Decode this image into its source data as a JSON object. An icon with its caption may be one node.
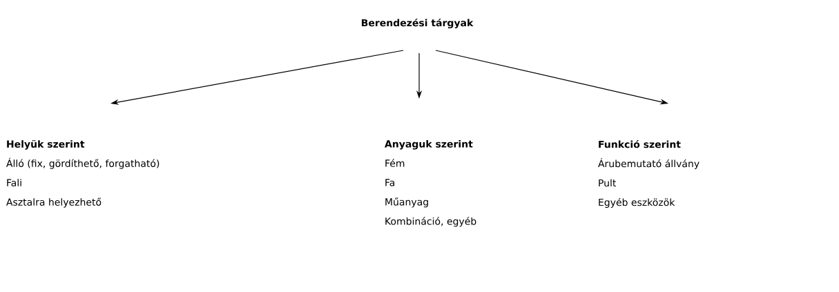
{
  "diagram": {
    "nodes": [
      {
        "text": [
          "Berendezési tárgyak"
        ]
      },
      {
        "text": [
          "Helyük szerint",
          "Álló (fix, gördíthető, forgatható)",
          "Fali",
          "Asztalra helyezhető"
        ]
      },
      {
        "text": [
          "Anyaguk szerint",
          "Fém",
          "Fa",
          "Műanyag",
          "Kombináció, egyéb"
        ]
      },
      {
        "text": [
          "Funkció szerint",
          "Árubemutató állvány",
          "Pult",
          "Egyéb eszközök"
        ]
      }
    ],
    "edges": [
      {
        "from": 0,
        "to": 1,
        "arrow": "to"
      },
      {
        "from": 0,
        "to": 2,
        "arrow": "to"
      },
      {
        "from": 0,
        "to": 3,
        "arrow": "to"
      }
    ]
  }
}
